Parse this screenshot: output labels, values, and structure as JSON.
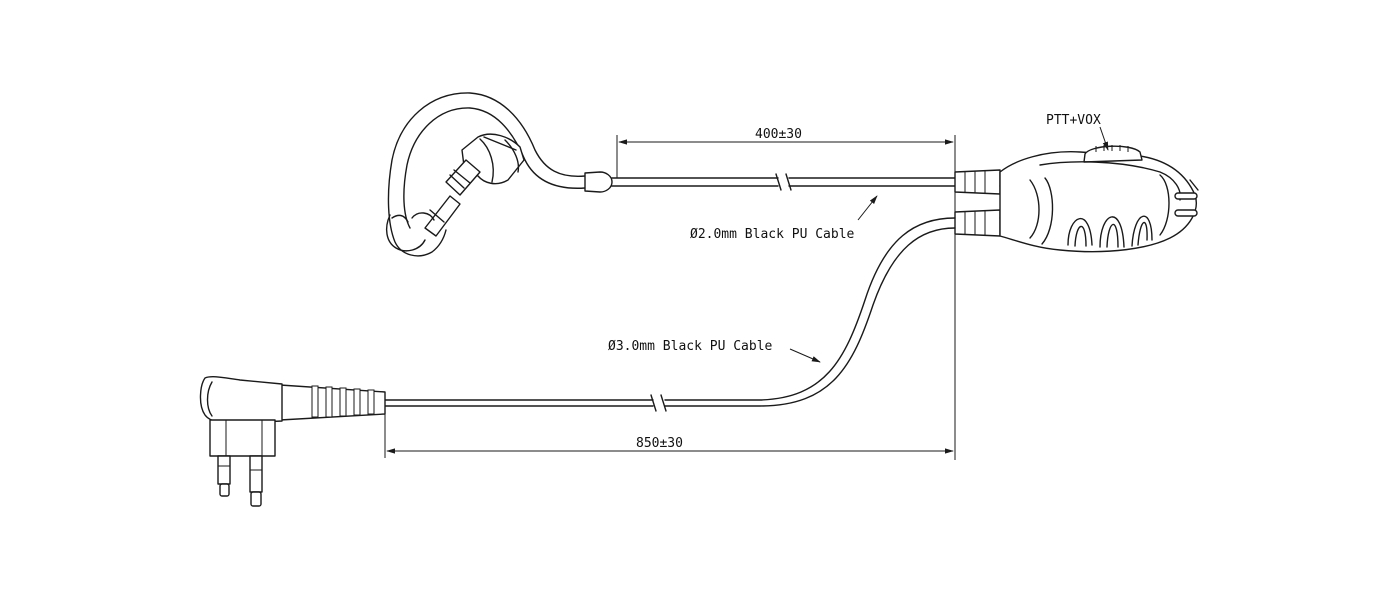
{
  "diagram": {
    "labels": {
      "ptt_vox": "PTT+VOX",
      "dim_top": "400±30",
      "dim_bottom": "850±30",
      "cable_upper": "Ø2.0mm Black PU Cable",
      "cable_lower": "Ø3.0mm Black PU Cable"
    }
  }
}
